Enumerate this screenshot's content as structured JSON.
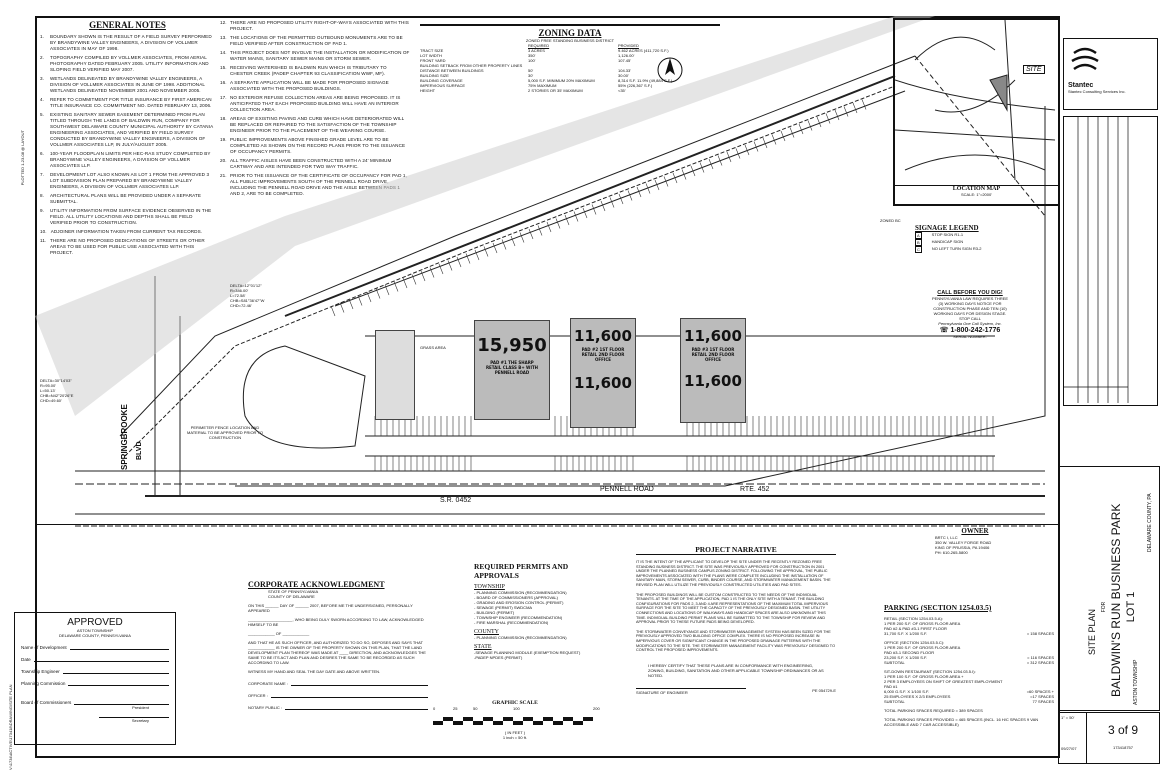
{
  "margin_stamp": "Plotted 1-23-08 @ Layout",
  "file_path": "V:\\1734\\Active\\173418\\drawing\\SITE PLAN",
  "general_notes": {
    "title": "GENERAL NOTES",
    "items": [
      {
        "n": "1.",
        "t": "BOUNDARY SHOWN IS THE RESULT OF A FIELD SURVEY PERFORMED BY BRANDYWINE VALLEY ENGINEERS, A DIVISION OF VOLLMER ASSOCIATES IN MAY OF 1998."
      },
      {
        "n": "2.",
        "t": "TOPOGRAPHY COMPILED BY VOLLMER ASSOCIATES, FROM AERIAL PHOTOGRAPHY DATED FEBRUARY 2005. UTILITY INFORMATION AND SLOPING FIELD VERIFIED MAY 2007."
      },
      {
        "n": "3.",
        "t": "WETLANDS DELINEATED BY BRANDYWINE VALLEY ENGINEERS, A DIVISION OF VOLLMER ASSOCIATES IN JUNE OF 1998. ADDITIONAL WETLANDS DELINEATED NOVEMBER 2001 AND NOVEMBER 2005."
      },
      {
        "n": "4.",
        "t": "REFER TO COMMITMENT FOR TITLE INSURANCE BY FIRST AMERICAN TITLE INSURANCE CO. COMMITMENT NO. DATED FEBRUARY 13, 2006."
      },
      {
        "n": "5.",
        "t": "EXISTING SANITARY SEWER EASEMENT DETERMINED FROM PLAN TITLED THROUGH THE LANDS OF BALDWIN RUN, COMPANY FOR SOUTHWEST DELAWARE COUNTY MUNICIPAL AUTHORITY BY CATANIA ENGINEERING ASSOCIATES, AND VERIFIED BY FIELD SURVEY CONDUCTED BY BRANDYWINE VALLEY ENGINEERS, A DIVISION OF VOLLMER ASSOCIATES LLP, IN JULY/AUGUST 2005."
      },
      {
        "n": "6.",
        "t": "100-YEAR FLOODPLAIN LIMITS PER HEC-RAS STUDY COMPLETED BY BRANDYWINE VALLEY ENGINEERS, A DIVISION OF VOLLMER ASSOCIATES LLP."
      },
      {
        "n": "7.",
        "t": "DEVELOPMENT LOT ALSO KNOWN AS LOT 1 FROM THE APPROVED 3 LOT SUBDIVISION PLAN PREPARED BY BRANDYWINE VALLEY ENGINEERS, A DIVISION OF VOLLMER ASSOCIATES LLP."
      },
      {
        "n": "8.",
        "t": "ARCHITECTURAL PLANS WILL BE PROVIDED UNDER A SEPARATE SUBMITTAL."
      },
      {
        "n": "9.",
        "t": "UTILITY INFORMATION FROM SURFACE EVIDENCE OBSERVED IN THE FIELD. ALL UTILITY LOCATIONS AND DEPTHS SHALL BE FIELD VERIFIED PRIOR TO CONSTRUCTION."
      },
      {
        "n": "10.",
        "t": "ADJOINER INFORMATION TAKEN FROM CURRENT TAX RECORDS."
      },
      {
        "n": "11.",
        "t": "THERE ARE NO PROPOSED DEDICATIONS OF STREETS OR OTHER AREAS TO BE USED FOR PUBLIC USE ASSOCIATED WITH THIS PROJECT."
      }
    ]
  },
  "notes_col2": {
    "items": [
      {
        "n": "12.",
        "t": "THERE ARE NO PROPOSED UTILITY RIGHT-OF-WAYS ASSOCIATED WITH THIS PROJECT."
      },
      {
        "n": "13.",
        "t": "THE LOCATIONS OF THE PERMITTED OUTBOUND MONUMENTS ARE TO BE FIELD VERIFIED AFTER CONSTRUCTION OF PAD 1."
      },
      {
        "n": "14.",
        "t": "THIS PROJECT DOES NOT INVOLVE THE INSTALLATION OR MODIFICATION OF WATER MAINS, SANITARY SEWER MAINS OR STORM SEWER."
      },
      {
        "n": "15.",
        "t": "RECEIVING WATERSHED IS BALDWIN RUN WHICH IS TRIBUTARY TO CHESTER CREEK (PADEP CHAPTER 93 CLASSIFICATION WWF, MF)."
      },
      {
        "n": "16.",
        "t": "A SEPARATE APPLICATION WILL BE MADE FOR PROPOSED SIGNAGE ASSOCIATED WITH THE PROPOSED BUILDINGS."
      },
      {
        "n": "17.",
        "t": "NO EXTERIOR REFUSE COLLECTION AREAS ARE BEING PROPOSED. IT IS ANTICIPATED THAT EACH PROPOSED BUILDING WILL HAVE AN INTERIOR COLLECTION AREA."
      },
      {
        "n": "18.",
        "t": "AREAS OF EXISTING PAVING AND CURB WHICH HAVE DETERIORATED WILL BE REPLACED OR REPAIRED TO THE SATISFACTION OF THE TOWNSHIP ENGINEER PRIOR TO THE PLACEMENT OF THE WEARING COURSE."
      },
      {
        "n": "19.",
        "t": "PUBLIC IMPROVEMENTS ABOVE FINISHED GRADE LEVEL ARE TO BE COMPLETED AS SHOWN ON THE RECORD PLANS PRIOR TO THE ISSUANCE OF OCCUPANCY PERMITS."
      },
      {
        "n": "20.",
        "t": "ALL TRAFFIC AISLES HAVE BEEN CONSTRUCTED WITH A 24' MINIMUM CARTWAY AND ARE INTENDED FOR TWO WAY TRAFFIC."
      },
      {
        "n": "21.",
        "t": "PRIOR TO THE ISSUANCE OF THE CERTIFICATE OF OCCUPANCY FOR PAD 1, ALL PUBLIC IMPROVEMENTS SOUTH OF THE PENNELL ROAD DRIVE, INCLUDING THE PENNELL ROAD DRIVE AND THE AISLE BETWEEN PADS 1 AND 2, ARE TO BE COMPLETED."
      }
    ]
  },
  "zoning": {
    "title": "ZONING DATA",
    "subtitle": "ZONED FREE STANDING BUSINESS DISTRICT",
    "headers": [
      "",
      "REQUIRED",
      "PROVIDED"
    ],
    "rows": [
      [
        "TRACT SIZE",
        "3 ACRES",
        "9.462 ACRES (411,720 S.F.)"
      ],
      [
        "LOT WIDTH",
        "350'",
        "1,126.00'"
      ],
      [
        "FRONT YARD",
        "100'",
        "107.45'"
      ],
      [
        "BUILDING SETBACK FROM OTHER PROPERTY LINES",
        "",
        ""
      ],
      [
        "DISTANCE BETWEEN BUILDINGS",
        "50'",
        "104.33'"
      ],
      [
        "BUILDING SIZE",
        "30'",
        "30.00'"
      ],
      [
        "BUILDING COVERAGE",
        "5,000 S.F. MINIMUM 20% MAXIMUM",
        "8,314 S.F. 11.9% (49,884 S.F.)"
      ],
      [
        "IMPERVIOUS SURFACE",
        "75% MAXIMUM",
        "55% (226,367 S.F.)"
      ],
      [
        "HEIGHT",
        "2 STORIES OR 35' MAXIMUM",
        "<35'"
      ]
    ]
  },
  "location_map": {
    "title": "LOCATION MAP",
    "scale": "SCALE: 1\"=2000'",
    "site_label": "SITE"
  },
  "signage": {
    "title": "SIGNAGE LEGEND",
    "items": [
      {
        "key": "A",
        "label": "STOP SIGN R1-1"
      },
      {
        "key": "B",
        "label": "HANDICAP SIGN"
      },
      {
        "key": "C",
        "label": "NO LEFT TURN SIGN R3-2"
      }
    ]
  },
  "call": {
    "title": "CALL BEFORE YOU DIG!",
    "body": "PENNSYLVANIA LAW REQUIRES THREE (3) WORKING DAYS NOTICE FOR CONSTRUCTION PHASE AND TEN (10) WORKING DAYS FOR DESIGN STAGE. STOP CALL",
    "org": "Pennsylvania One Call System, Inc.",
    "phone": "1-800-242-1776",
    "serial": "SERIAL NUMBER:"
  },
  "site": {
    "buildings": [
      {
        "area": "15,950",
        "desc": "PAD #1 THE SHARP RETAIL CLASS B+ WITH PENNELL ROAD"
      },
      {
        "area": "11,600",
        "area2": "11,600",
        "desc": "PAD #2 1ST FLOOR RETAIL 2ND FLOOR OFFICE"
      },
      {
        "area": "11,600",
        "area2": "11,600",
        "desc": "PAD #3 1ST FLOOR RETAIL 2ND FLOOR OFFICE"
      }
    ],
    "roads": {
      "springbrooke": "SPRINGBROOKE",
      "blvd": "BLVD",
      "pennell": "PENNELL ROAD",
      "sr": "S.R. 0452",
      "rte": "RTE. 452"
    },
    "curve": [
      "DELTA=12°01'12\"",
      "R=346.00'",
      "L=72.58'",
      "CHB=S81°36'47\"W",
      "CHD=72.46'"
    ],
    "curve2": [
      "DELTA=30°14'03\"",
      "R=95.00'",
      "L=50.13'",
      "CHB=N42°20'26\"E",
      "CHD=49.60'"
    ],
    "labels": {
      "grass": "GRASS AREA",
      "zoned": "ZONED BC",
      "fence": "PERIMETER FENCE LOCATION AND MATERIAL TO BE APPROVED PRIOR TO CONSTRUCTION"
    }
  },
  "approved": {
    "title": "APPROVED",
    "township": "ASTON TOWNSHIP",
    "county": "DELAWARE COUNTY, PENNSYLVANIA",
    "fields": [
      "Name of Development",
      "Date",
      "Township Engineer",
      "Planning Commission",
      "Board of Commissioners"
    ],
    "president": "President",
    "secretary": "Secretary"
  },
  "corporate": {
    "title": "CORPORATE ACKNOWLEDGMENT",
    "state": "STATE OF PENNSYLVANIA",
    "county": "COUNTY OF DELAWARE",
    "body": [
      "ON THIS ______ DAY OF ______ 2007, BEFORE ME THE UNDERSIGNED, PERSONALLY APPEARED",
      "____________________, WHO BEING DULY SWORN ACCORDING TO LAW, ACKNOWLEDGED HIMSELF TO BE",
      "____________ OF ____________",
      "AND THAT HE AS SUCH OFFICER, AND AUTHORIZED TO DO SO, DEPOSES AND SAYS THAT ____________ IS THE OWNER OF THE PROPERTY SHOWN ON THIS PLAN, THAT THE LAND DEVELOPMENT PLAN THEREOF WAS MADE AT ____ DIRECTION, AND ACKNOWLEDGES THE SAME TO BE ITS ACT AND PLAN AND DESIRES THE SAME TO BE RECORDED AS SUCH ACCORDING TO LAW.",
      "WITNESS MY HAND AND SEAL THE DAY DATE AND ABOVE WRITTEN."
    ],
    "fields": [
      "CORPORATE NAME :",
      "OFFICER :",
      "NOTARY PUBLIC :"
    ]
  },
  "permits": {
    "title": "REQUIRED PERMITS AND APPROVALS",
    "groups": [
      {
        "name": "TOWNSHIP",
        "items": [
          "- PLANNING COMMISSION (RECOMMENDATION)",
          "- BOARD OF COMMISSIONERS (APPROVAL)",
          "- GRADING AND EROSION CONTROL (PERMIT)",
          "- SEWAGE (PERMIT) SWDCMA",
          "- BUILDING (PERMIT)",
          "- TOWNSHIP ENGINEER (RECOMMENDATION)",
          "- FIRE MARSHAL (RECOMMENDATION)"
        ]
      },
      {
        "name": "COUNTY",
        "items": [
          "- PLANNING COMMISSION (RECOMMENDATION)"
        ]
      },
      {
        "name": "STATE",
        "items": [
          "-SEWAGE PLANNING MODULE (EXEMPTION REQUEST)",
          "-PADEP NPDES (PERMIT)"
        ]
      }
    ]
  },
  "scale": {
    "title": "GRAPHIC SCALE",
    "ticks": [
      "0",
      "25",
      "50",
      "100",
      "200"
    ],
    "unit": "( IN FEET )",
    "ratio": "1 inch = 50 ft."
  },
  "narrative": {
    "title": "PROJECT NARRATIVE",
    "paras": [
      "IT IS THE INTENT OF THE APPLICANT TO DEVELOP THE SITE UNDER THE RECENTLY REZONED FREE STANDING BUSINESS DISTRICT. THE SITE WAS PREVIOUSLY APPROVED FOR CONSTRUCTION IN 2001 UNDER THE PLANNED BUSINESS CAMPUS ZONING DISTRICT. FOLLOWING THE APPROVAL, THE PUBLIC IMPROVEMENTS ASSOCIATED WITH THE PLANS WERE COMPLETE INCLUDING THE INSTALLATION OF SANITARY MAIN, STORM SEWER, CURB, BINDER COURSE, AND STORMWATER MANAGEMENT BASIN. THE REVISED PLAN WILL UTILIZE THE PREVIOUSLY CONSTRUCTED UTILITIES AND PAD SITES.",
      "THE PROPOSED BUILDINGS WILL BE CUSTOM CONSTRUCTED TO THE NEEDS OF THE INDIVIDUAL TENANTS. AT THE TIME OF THE APPLICATION, PAD 1 IS THE ONLY SITE WITH A TENANT. THE BUILDING CONFIGURATIONS FOR PADS 2, 3 AND 4 ARE REPRESENTATIONS OF THE MAXIMUM TOTAL IMPERVIOUS SURFACE FOR THE SITE TO MEET THE CAPACITY OF THE PREVIOUSLY DESIGNED BASIN. THE UTILITY CONNECTIONS AND LOCATIONS OF WALKWAYS AND HANDICAP SPACES ARE ALSO UNKNOWN AT THIS TIME. INDIVIDUAL BUILDING PERMIT PLANS WILL BE SUBMITTED TO THE TOWNSHIP FOR REVIEW AND APPROVAL PRIOR TO THESE FUTURE PADS BEING DEVELOPED.",
      "THE STORMWATER CONVEYANCE AND STORMWATER MANAGEMENT SYSTEM HAS BEEN SIZED FOR THE PREVIOUSLY APPROVED TWO BUILDING OFFICE COMPLEX. THERE IS NO PROPOSED INCREASE IN IMPERVIOUS COVER OR SIGNIFICANT CHANGE IN THE PROPOSED DRAINAGE PATTERNS WITH THE MODIFICATIONS TO THE SITE. THE STORMWATER MANAGEMENT FACILITY WAS PREVIOUSLY DESIGNED TO CONTROL THE PROPOSED IMPROVEMENTS."
    ],
    "cert": "I HEREBY CERTIFY THAT THESE PLANS ARE IN CONFORMANCE WITH ENGINEERING, ZONING, BUILDING, SANITATION AND OTHER APPLICABLE TOWNSHIP ORDINANCES OR AS NOTED.",
    "sig": "SIGNATURE OF ENGINEER",
    "pe": "PE 054729-E"
  },
  "owner": {
    "title": "OWNER",
    "lines": [
      "BRTC I, LLC",
      "350 W. VALLEY FORGE ROAD",
      "KING OF PRUSSIA, PA 19406",
      "PH: 610-265-5800"
    ]
  },
  "parking": {
    "title": "PARKING (SECTION 1254.03.5)",
    "lines": [
      [
        "RETAIL (SECTION 1254.03.5.a):",
        ""
      ],
      [
        "1 PER 200 S.F. OF GROSS FLOOR AREA",
        ""
      ],
      [
        "PAD #2 & PAD #3-1 FIRST FLOOR",
        ""
      ],
      [
        "31,700 S.F. X 1/200 S.F.",
        "= 158 SPACES"
      ],
      [
        "OFFICE (SECTION 1254.03.5.c):",
        ""
      ],
      [
        "1 PER 200 S.F. OF GROSS FLOOR AREA",
        ""
      ],
      [
        "PAD #3-1 SECOND FLOOR",
        ""
      ],
      [
        "23,200 S.F. X 1/200 S.F.",
        "= 116 SPACES"
      ],
      [
        "SUBTOTAL",
        "= 312 SPACES"
      ],
      [
        "SIT-DOWN RESTAURANT (SECTION 1254.03.5.i):",
        ""
      ],
      [
        "1 PER 100 S.F. OF GROSS FLOOR AREA +",
        ""
      ],
      [
        "2 PER 3 EMPLOYEES ON SHIFT OF GREATEST EMPLOYMENT",
        ""
      ],
      [
        "PAD #1",
        ""
      ],
      [
        "6,000 G.S.F. X 1/100 S.F.",
        "=60 SPACES +"
      ],
      [
        "25 EMPLOYEES X 2/3 EMPLOYEES",
        "=17 SPACES"
      ],
      [
        "SUBTOTAL",
        "77 SPACES"
      ],
      [
        "TOTAL PARKING SPACES REQUIRED = 389 SPACES",
        ""
      ],
      [
        "TOTAL PARKING SPACES PROVIDED = 465 SPACES (INCL. 16 H/C SPACES 9 VAN ACCESSIBLE AND 7 CAR ACCESSIBLE)",
        ""
      ]
    ]
  },
  "titleblock": {
    "firm": "Stantec",
    "firm_sub": "Stantec Consulting Services Inc.",
    "plan": "SITE PLAN",
    "for": "FOR",
    "project": "BALDWIN'S RUN BUSINESS PARK",
    "lot": "LOT 1",
    "township": "ASTON TOWNSHIP",
    "county": "DELAWARE COUNTY, PA",
    "sheet": "3 of 9",
    "scale": "1\" = 50'",
    "date": "09/27/07",
    "file": "173418757"
  }
}
